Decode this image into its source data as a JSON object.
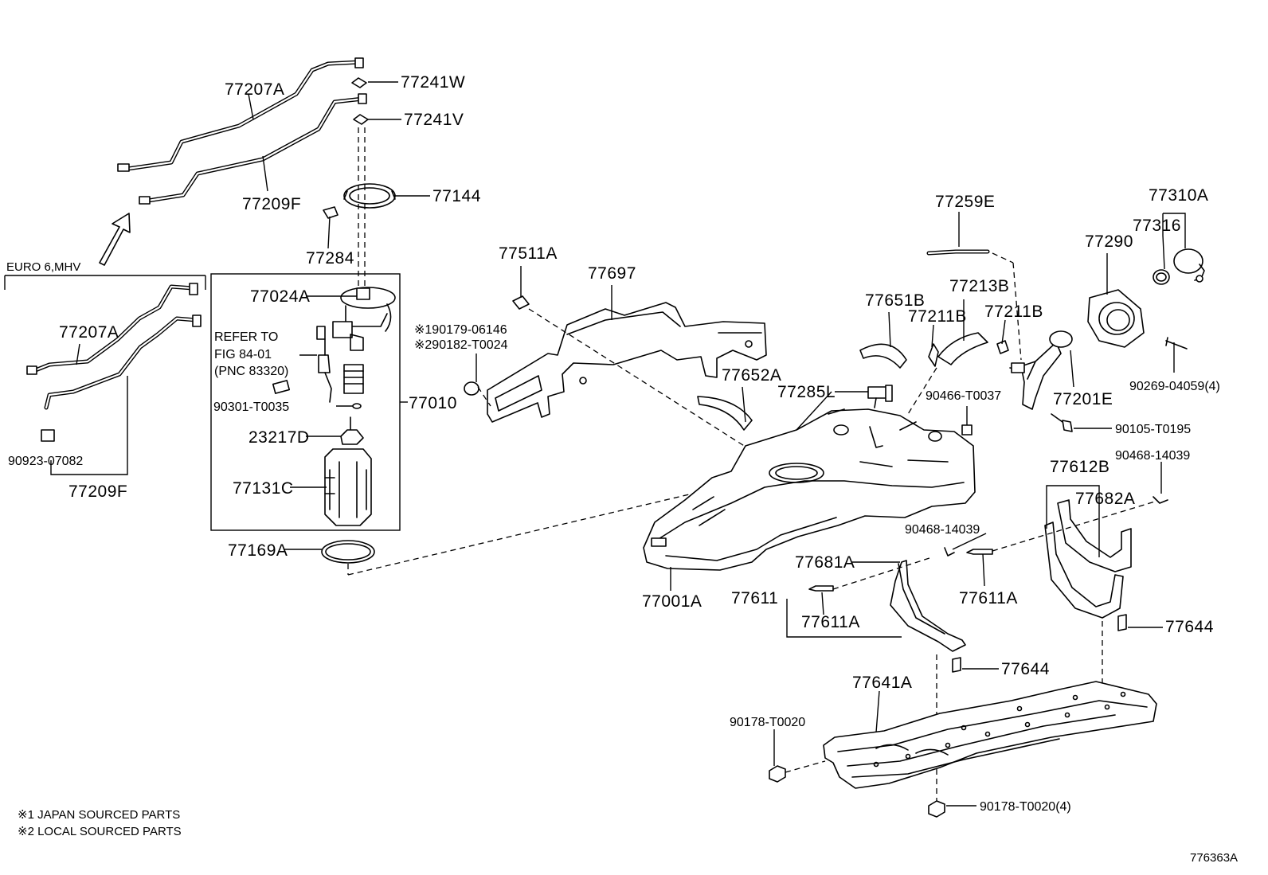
{
  "diagram_code": "776363A",
  "notes": {
    "note1": "※1 JAPAN SOURCED PARTS",
    "note2": "※2 LOCAL SOURCED PARTS",
    "euro_label": "EURO 6,MHV",
    "refer_line1": "REFER TO",
    "refer_line2": "FIG 84-01",
    "refer_line3": "(PNC 83320)"
  },
  "parts": {
    "p77207A_top": "77207A",
    "p77241W": "77241W",
    "p77241V": "77241V",
    "p77144": "77144",
    "p77209F_top": "77209F",
    "p77284": "77284",
    "p77024A": "77024A",
    "p77207A_euro": "77207A",
    "p90923": "90923-07082",
    "p77209F_euro": "77209F",
    "p90301": "90301-T0035",
    "p77010": "77010",
    "p23217D": "23217D",
    "p77131C": "77131C",
    "p77169A": "77169A",
    "p77511A": "77511A",
    "p77697": "77697",
    "p190179": "※190179-06146",
    "p290182": "※290182-T0024",
    "p77652A": "77652A",
    "p77651B": "77651B",
    "p77211B_l": "77211B",
    "p77213B": "77213B",
    "p77211B_r": "77211B",
    "p77259E": "77259E",
    "p77285L": "77285L",
    "p90466": "90466-T0037",
    "p77290": "77290",
    "p77316": "77316",
    "p77310A": "77310A",
    "p77201E": "77201E",
    "p90269": "90269-04059(4)",
    "p90105": "90105-T0195",
    "p90468_r": "90468-14039",
    "p77612B": "77612B",
    "p77682A": "77682A",
    "p90468_m": "90468-14039",
    "p77681A": "77681A",
    "p77611": "77611",
    "p77611A_l": "77611A",
    "p77611A_r": "77611A",
    "p77001A": "77001A",
    "p77644_r": "77644",
    "p77644_m": "77644",
    "p77641A": "77641A",
    "p90178": "90178-T0020",
    "p90178_4": "90178-T0020(4)"
  }
}
